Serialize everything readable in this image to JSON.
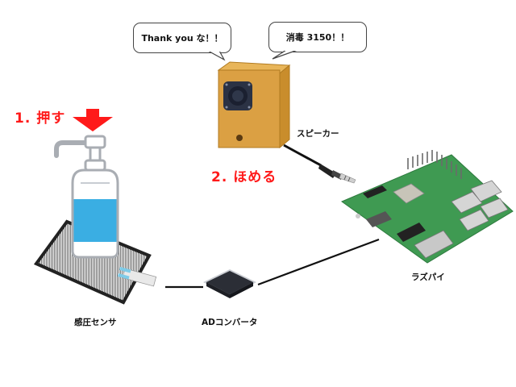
{
  "bubbles": {
    "left": "Thank you な！！",
    "right": "消毒 3150！！"
  },
  "steps": {
    "step1": "1.  押す",
    "step2": "2.  ほめる"
  },
  "labels": {
    "speaker": "スピーカー",
    "sensor": "感圧センサ",
    "adc": "ADコンバータ",
    "raspi": "ラズパイ"
  },
  "colors": {
    "accent_red": "#ff1a1a",
    "liquid_blue": "#3aaee3",
    "wood": "#d9a23c",
    "pcb_green": "#3f9a52",
    "wire": "#111111"
  }
}
